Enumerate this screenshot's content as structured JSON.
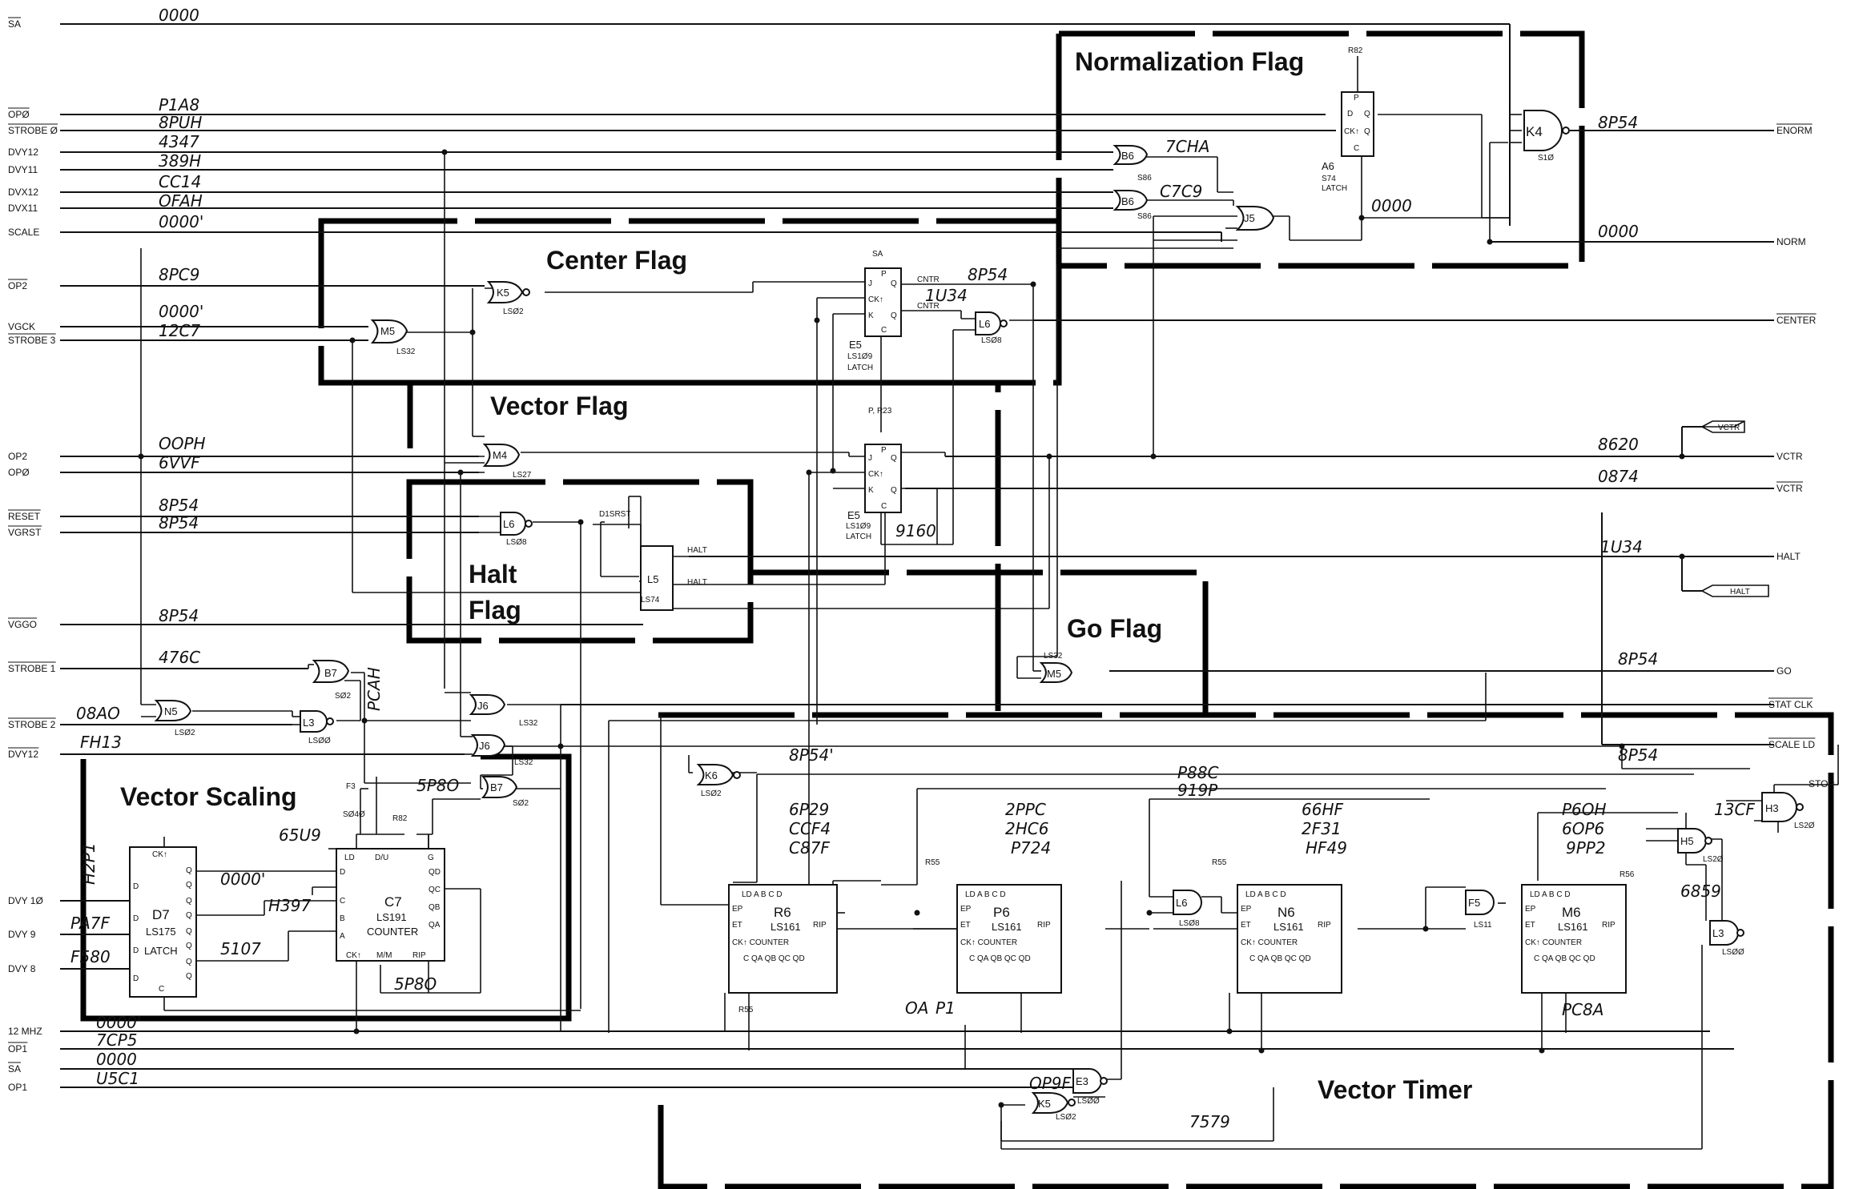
{
  "titles": {
    "normalization": "Normalization Flag",
    "center": "Center Flag",
    "vector_flag": "Vector Flag",
    "halt1": "Halt",
    "halt2": "Flag",
    "go": "Go Flag",
    "scaling": "Vector Scaling",
    "timer": "Vector Timer"
  },
  "left_signals": [
    {
      "label": "SA",
      "overbar": true
    },
    {
      "label": "OPØ",
      "overbar": true
    },
    {
      "label": "STROBE Ø",
      "overbar": true
    },
    {
      "label": "DVY12"
    },
    {
      "label": "DVY11"
    },
    {
      "label": "DVX12"
    },
    {
      "label": "DVX11"
    },
    {
      "label": "SCALE"
    },
    {
      "label": "OP2",
      "overbar": true
    },
    {
      "label": "VGCK"
    },
    {
      "label": "STROBE 3",
      "overbar": true
    },
    {
      "label": "OP2"
    },
    {
      "label": "OPØ"
    },
    {
      "label": "RESET",
      "overbar": true
    },
    {
      "label": "VGRST",
      "overbar": true
    },
    {
      "label": "VGGO",
      "overbar": true
    },
    {
      "label": "STROBE 1",
      "overbar": true
    },
    {
      "label": "STROBE 2",
      "overbar": true
    },
    {
      "label": "DVY12",
      "overbar": true
    },
    {
      "label": "DVY 1Ø"
    },
    {
      "label": "DVY 9"
    },
    {
      "label": "DVY 8"
    },
    {
      "label": "12 MHZ"
    },
    {
      "label": "OP1",
      "overbar": true
    },
    {
      "label": "SA",
      "overbar": true
    },
    {
      "label": "OP1"
    }
  ],
  "right_signals": [
    {
      "label": "ENORM",
      "overbar": true
    },
    {
      "label": "NORM"
    },
    {
      "label": "CENTER",
      "overbar": true
    },
    {
      "label": "VCTR"
    },
    {
      "label": "VCTR",
      "overbar": true
    },
    {
      "label": "HALT"
    },
    {
      "label": "GO"
    },
    {
      "label": "STAT CLK",
      "overbar": true
    },
    {
      "label": "SCALE LD",
      "overbar": true
    },
    {
      "label": "STOP"
    }
  ],
  "flags_out": [
    "VCTR",
    "HALT"
  ],
  "handwritten": {
    "h1": "0000",
    "h2": "P1A8",
    "h3": "8PUH",
    "h4": "4347",
    "h5": "389H",
    "h6": "CC14",
    "h7": "OFAH",
    "h8": "0000'",
    "h9": "8PC9",
    "h10": "0000'",
    "h11": "12C7",
    "h12": "OOPH",
    "h13": "6VVF",
    "h14": "8P54",
    "h15": "8P54",
    "h16": "8P54",
    "h17": "476C",
    "h18": "08AO",
    "h19": "FH13",
    "h20": "H2P1",
    "h21": "PA7F",
    "h22": "F580",
    "h23": "0000'",
    "h24": "H397",
    "h25": "5107",
    "h26": "65U9",
    "h27": "5P8O",
    "h28": "5P8O",
    "h29": "PCAH",
    "h30": "0000'",
    "h31": "7CP5",
    "h32": "0000",
    "h33": "U5C1",
    "h34": "7CHA",
    "h35": "C7C9",
    "h36": "0000",
    "h37": "8P54",
    "h38": "0000",
    "h39": "8P54",
    "h40": "1U34",
    "h41": "9160",
    "h42": "8620",
    "h43": "0874",
    "h44": "1U34",
    "h45": "8P54",
    "h46": "8P54'",
    "h47": "6P29",
    "h48": "CCF4",
    "h49": "C87F",
    "h50": "2PPC",
    "h51": "2HC6",
    "h52": "P724",
    "h53": "P88C",
    "h54": "919P",
    "h55": "66HF",
    "h56": "2F31",
    "h57": "HF49",
    "h58": "P6OH",
    "h59": "6OP6",
    "h60": "9PP2",
    "h61": "13CF",
    "h62": "6859",
    "h63": "8P54",
    "h64": "PC8A",
    "h65": "OA",
    "h66": "P1",
    "h67": "OP9F",
    "h68": "7579"
  },
  "chips": {
    "A6": {
      "name": "A6",
      "type": "S74",
      "sub": "LATCH",
      "ref": "R82"
    },
    "K4": {
      "name": "K4",
      "type": "S1Ø"
    },
    "B6a": {
      "name": "B6",
      "type": "S86"
    },
    "B6b": {
      "name": "B6",
      "type": "S86"
    },
    "J5": {
      "name": "J5"
    },
    "K5": {
      "name": "K5",
      "type": "LSØ2"
    },
    "M5": {
      "name": "M5",
      "type": "LS32"
    },
    "E5a": {
      "name": "E5",
      "type": "LS1Ø9",
      "sub": "LATCH"
    },
    "L6a": {
      "name": "L6",
      "type": "LSØ8"
    },
    "M4": {
      "name": "M4",
      "type": "LS27"
    },
    "L6b": {
      "name": "L6",
      "type": "LSØ8"
    },
    "E5b": {
      "name": "E5",
      "type": "LS1Ø9",
      "sub": "LATCH",
      "ref": "P, R23"
    },
    "L5": {
      "name": "L5",
      "type": "LS74"
    },
    "M5b": {
      "name": "M5",
      "type": "LS32"
    },
    "B7a": {
      "name": "B7",
      "type": "SØ2"
    },
    "N5": {
      "name": "N5",
      "type": "LSØ2"
    },
    "L3a": {
      "name": "L3",
      "type": "LSØØ"
    },
    "J6a": {
      "name": "J6",
      "type": "LS32"
    },
    "J6b": {
      "name": "J6",
      "type": "LS32"
    },
    "B7b": {
      "name": "B7",
      "type": "SØ2"
    },
    "D7": {
      "name": "D7",
      "type": "LS175",
      "sub": "LATCH"
    },
    "C7": {
      "name": "C7",
      "type": "LS191",
      "sub": "COUNTER"
    },
    "K6": {
      "name": "K6",
      "type": "LSØ2"
    },
    "R6": {
      "name": "R6",
      "type": "LS161",
      "sub": "COUNTER"
    },
    "P6": {
      "name": "P6",
      "type": "LS161",
      "sub": "COUNTER"
    },
    "L6c": {
      "name": "L6",
      "type": "LSØ8"
    },
    "N6": {
      "name": "N6",
      "type": "LS161",
      "sub": "COUNTER"
    },
    "F5": {
      "name": "F5",
      "type": "LS11"
    },
    "M6": {
      "name": "M6",
      "type": "LS161",
      "sub": "COUNTER"
    },
    "H3": {
      "name": "H3",
      "type": "LS2Ø"
    },
    "H5": {
      "name": "H5",
      "type": "LS2Ø"
    },
    "L3b": {
      "name": "L3",
      "type": "LSØØ"
    },
    "E3": {
      "name": "E3",
      "type": "LSØØ"
    },
    "K5b": {
      "name": "K5",
      "type": "LSØ2"
    }
  },
  "net_labels": {
    "cntr": "CNTR",
    "cntr_n": "CNTR",
    "halt_q": "HALT",
    "halt_qn": "HALT",
    "dsrst": "D1SRST",
    "f3": "F3",
    "s04": "SØ4Ø",
    "r82": "R82",
    "r55a": "R55",
    "r55b": "R55",
    "r55c": "R55",
    "r56": "R56",
    "sa": "SA"
  }
}
